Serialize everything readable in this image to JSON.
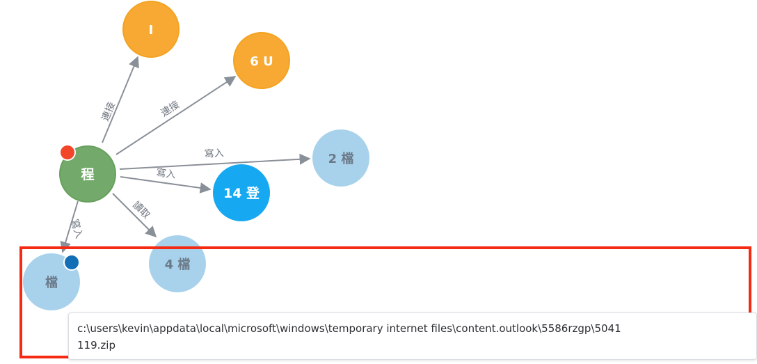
{
  "graph": {
    "nodes": [
      {
        "id": "n1",
        "label": "I",
        "type": "host"
      },
      {
        "id": "n2",
        "label": "6 U",
        "type": "host"
      },
      {
        "id": "n3",
        "label": "程",
        "type": "process"
      },
      {
        "id": "n4",
        "label": "2 檔",
        "type": "file"
      },
      {
        "id": "n5",
        "label": "14 登",
        "type": "registry"
      },
      {
        "id": "n6",
        "label": "4 檔",
        "type": "file"
      },
      {
        "id": "n7",
        "label": "檔",
        "type": "file"
      }
    ],
    "edges": [
      {
        "from": "n3",
        "to": "n1",
        "label": "連接"
      },
      {
        "from": "n3",
        "to": "n2",
        "label": "連接"
      },
      {
        "from": "n3",
        "to": "n4",
        "label": "寫入"
      },
      {
        "from": "n3",
        "to": "n5",
        "label": "寫入"
      },
      {
        "from": "n3",
        "to": "n6",
        "label": "讀取"
      },
      {
        "from": "n3",
        "to": "n7",
        "label": "寫入"
      }
    ],
    "colors": {
      "host": "#f7a934",
      "process": "#73a96a",
      "file": "#a8d2ec",
      "registry": "#17a8f2",
      "edge": "#8a9098",
      "badge_red": "#f2462a",
      "badge_blue": "#126fb5",
      "selection": "#f52a12"
    }
  },
  "tooltip": {
    "line1": "c:\\users\\kevin\\appdata\\local\\microsoft\\windows\\temporary internet files\\content.outlook\\5586rzgp\\5041",
    "line2": "119.zip"
  }
}
